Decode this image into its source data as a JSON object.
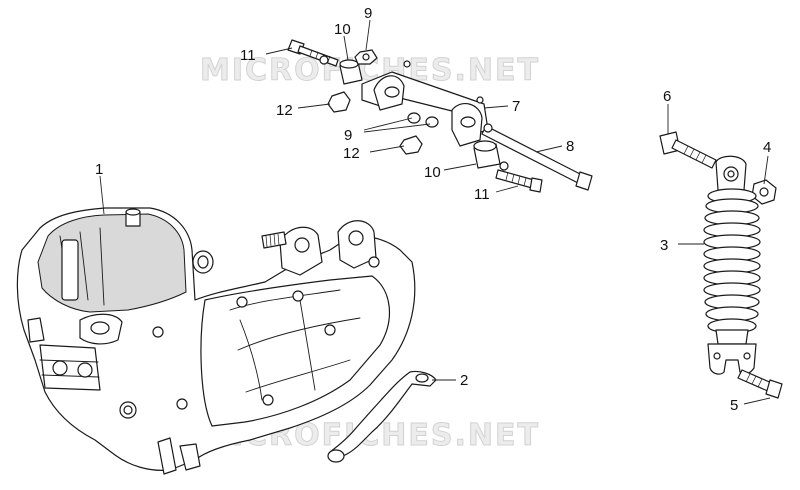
{
  "watermark": "MICROFICHES.NET",
  "callouts": {
    "c1": "1",
    "c2": "2",
    "c3": "3",
    "c4": "4",
    "c5": "5",
    "c6": "6",
    "c7": "7",
    "c8": "8",
    "c9a": "9",
    "c9b": "9",
    "c10a": "10",
    "c10b": "10",
    "c11a": "11",
    "c11b": "11",
    "c12a": "12",
    "c12b": "12"
  }
}
